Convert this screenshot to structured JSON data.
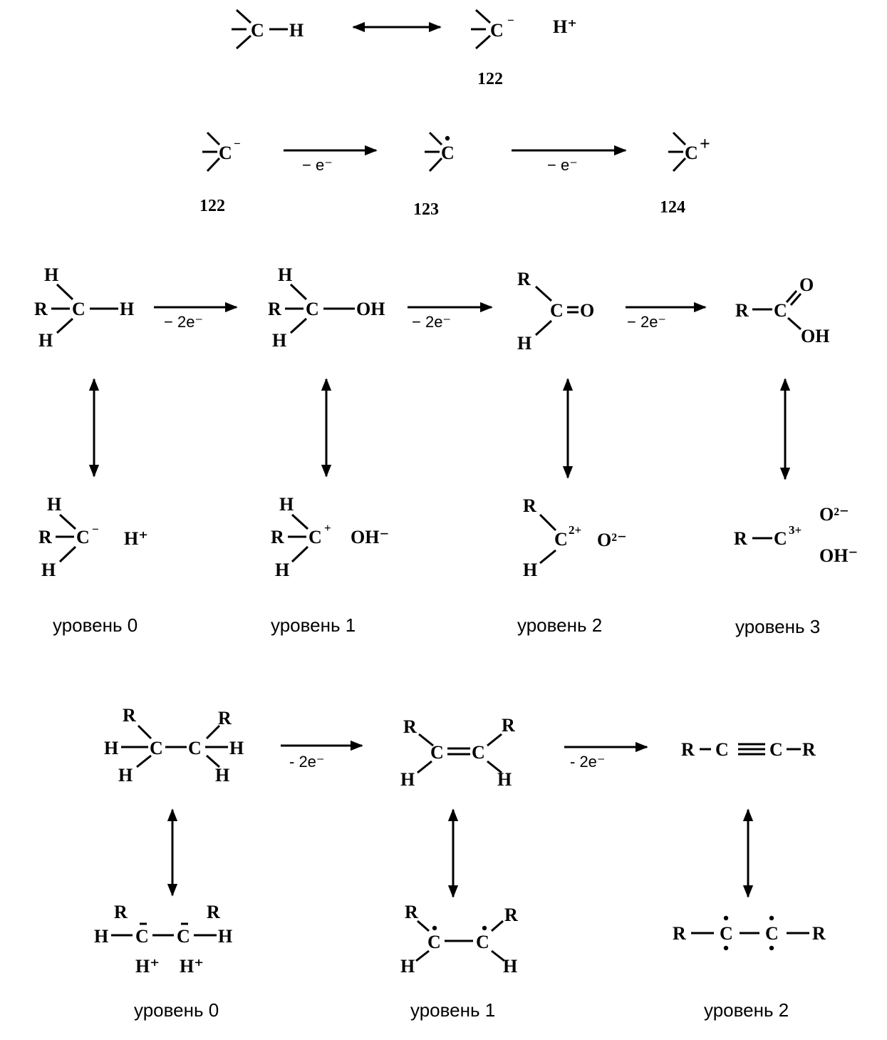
{
  "atoms": {
    "C": "C",
    "H": "H",
    "R": "R",
    "O": "O",
    "OH": "OH",
    "H_plus": "H⁺"
  },
  "charges": {
    "minus": "−",
    "plus": "+",
    "two_plus": "2+",
    "three_plus": "3+",
    "two_minus": "2−",
    "anion_oh": "OH⁻"
  },
  "row1": {
    "cation_label": "H⁺",
    "compound_number": "122"
  },
  "row2": {
    "condition_1": "− e⁻",
    "condition_2": "− e⁻",
    "numbers": [
      "122",
      "123",
      "124"
    ]
  },
  "oxidation": {
    "condition": "− 2e⁻",
    "ions": {
      "level0": [
        "H⁺"
      ],
      "level1": [
        "OH⁻"
      ],
      "level2": [
        "O²⁻"
      ],
      "level3": [
        "O²⁻",
        "OH⁻"
      ]
    },
    "levels": [
      "уровень 0",
      "уровень 1",
      "уровень 2",
      "уровень 3"
    ]
  },
  "hydrocarbons": {
    "condition": "- 2e⁻",
    "protons": [
      "H⁺",
      "H⁺"
    ],
    "levels": [
      "уровень 0",
      "уровень 1",
      "уровень 2"
    ]
  }
}
